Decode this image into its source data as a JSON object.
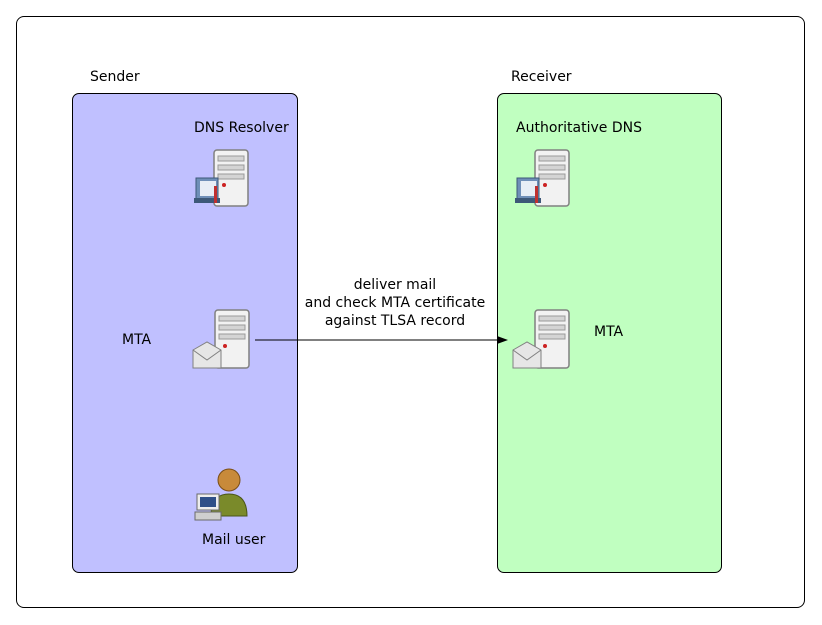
{
  "sender": {
    "title": "Sender",
    "dns": "DNS Resolver",
    "mta": "MTA",
    "user": "Mail user"
  },
  "receiver": {
    "title": "Receiver",
    "dns": "Authoritative DNS",
    "mta": "MTA"
  },
  "edge": {
    "lines": [
      "deliver mail",
      "and check MTA certificate",
      "against TLSA record"
    ]
  },
  "colors": {
    "sender_fill": "#c0c0ff",
    "receiver_fill": "#c0ffc0"
  },
  "icons": [
    "dns-server-icon",
    "mail-server-icon",
    "user-workstation-icon"
  ]
}
